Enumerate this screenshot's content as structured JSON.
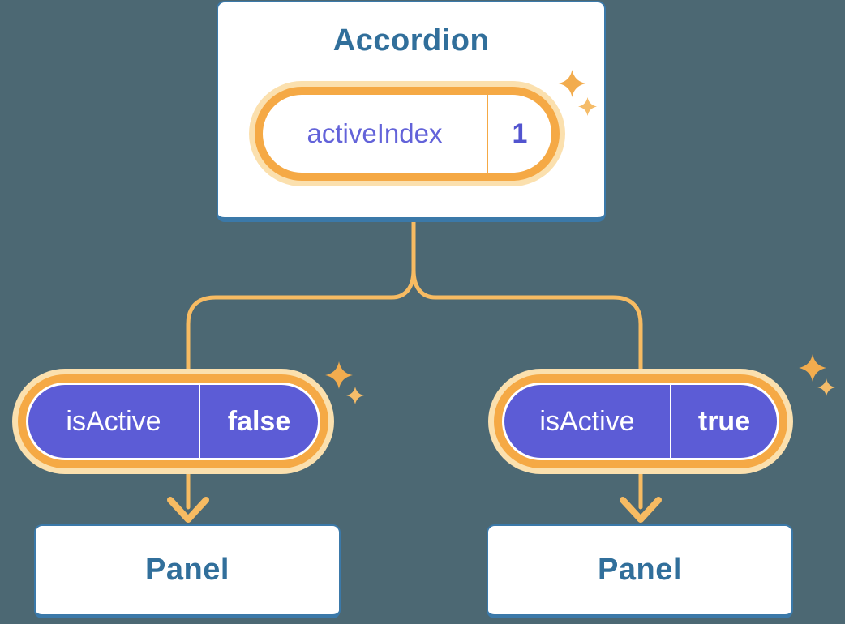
{
  "accordion": {
    "title": "Accordion",
    "state": {
      "name": "activeIndex",
      "value": "1"
    }
  },
  "children": [
    {
      "prop": {
        "name": "isActive",
        "value": "false"
      },
      "panel": {
        "title": "Panel"
      }
    },
    {
      "prop": {
        "name": "isActive",
        "value": "true"
      },
      "panel": {
        "title": "Panel"
      }
    }
  ],
  "icons": {
    "sparkle": "sparkle-icon",
    "arrow": "arrow-down-icon"
  },
  "colors": {
    "background": "#4C6873",
    "card_border": "#3B79A9",
    "heading_text": "#316F9B",
    "connector_orange": "#F7BB62",
    "pill_ring_orange": "#F5A945",
    "pill_glow": "#FBE0AE",
    "purple_fill": "#5C5CD6",
    "state_name_text": "#6363D9",
    "state_value_text": "#5254CF",
    "sparkle_big": "#F2AC4E",
    "sparkle_small": "#F5BC69",
    "white": "#FFFFFF"
  }
}
